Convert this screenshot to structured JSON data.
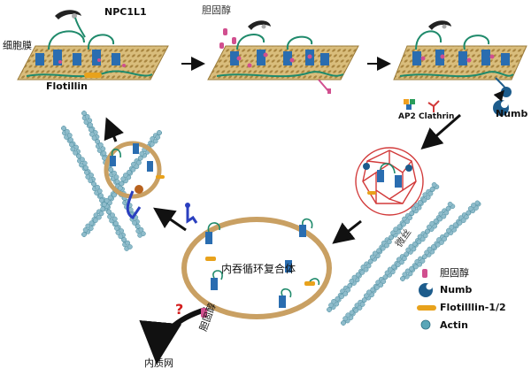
{
  "labels": {
    "npc1l1": "NPC1L1",
    "cholesterol_top": "胆固醇",
    "cell_membrane": "细胞膜",
    "flotillin": "Flotillin",
    "ap2": "AP2",
    "clathrin": "Clathrin",
    "numb": "Numb",
    "microfilament": "微丝",
    "endocytic_complex": "内吞循环复合体",
    "question": "?",
    "cholesterol_bottom": "胆固醇",
    "er": "内质网"
  },
  "legend": [
    {
      "icon": "cholesterol-icon",
      "label": "胆固醇",
      "color": "#d14f8f"
    },
    {
      "icon": "numb-icon",
      "label": "Numb",
      "color": "#1d5c8c"
    },
    {
      "icon": "flotillin-icon",
      "label": "Flotilllin-1/2",
      "color": "#e8a21c"
    },
    {
      "icon": "actin-icon",
      "label": "Actin",
      "color": "#5aa6b8"
    }
  ],
  "colors": {
    "membrane": "#c9a965",
    "membrane_dark": "#9b7b3a",
    "npc1l1": "#1f8a6b",
    "npc1l1_body": "#2a6db0",
    "cholesterol": "#d14f8f",
    "numb": "#1d5c8c",
    "flotillin": "#e8a21c",
    "actin": "#7fb3c4",
    "clathrin": "#d23a3a",
    "vesicle": "#c9a063",
    "question": "#d41f1f",
    "arrow": "#111111"
  }
}
